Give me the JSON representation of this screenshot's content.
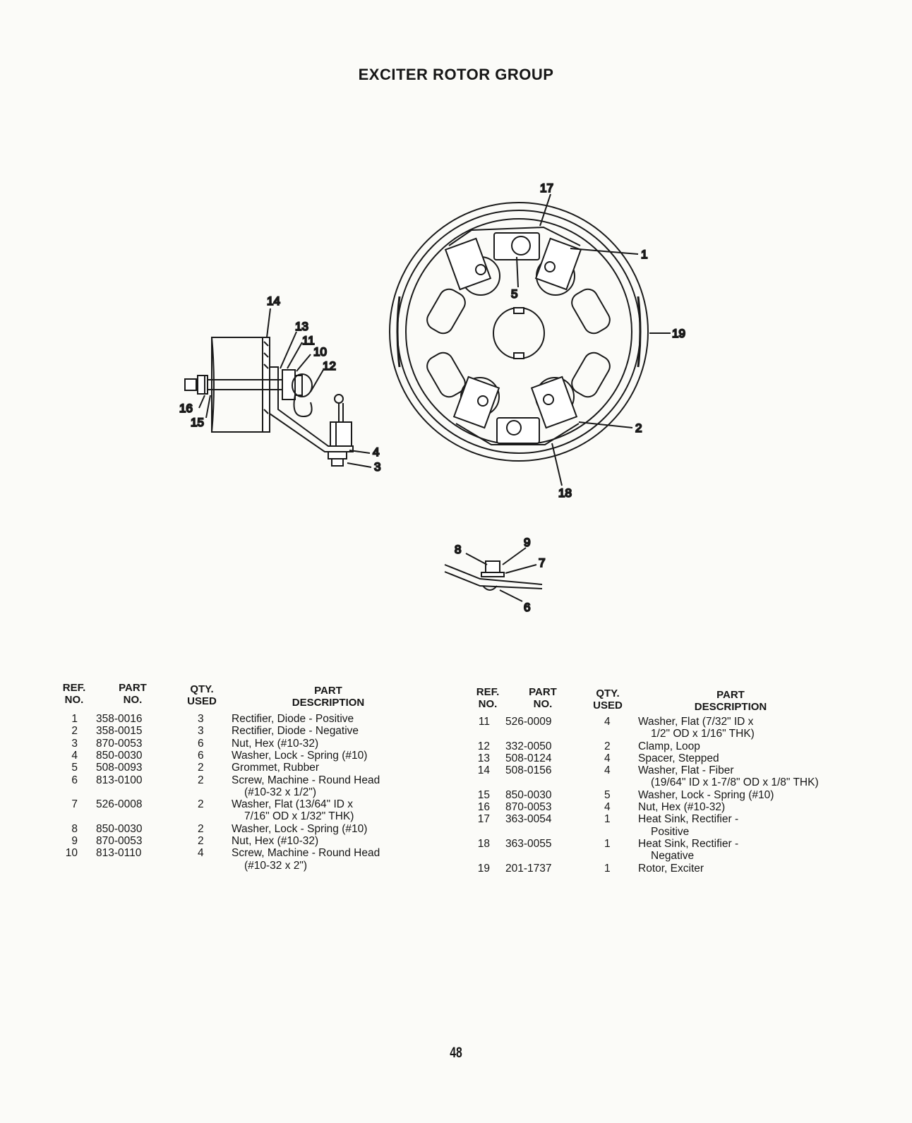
{
  "title": "EXCITER ROTOR GROUP",
  "page_number": "48",
  "callouts": [
    "1",
    "2",
    "3",
    "4",
    "5",
    "6",
    "7",
    "8",
    "9",
    "10",
    "11",
    "12",
    "13",
    "14",
    "15",
    "16",
    "17",
    "18",
    "19"
  ],
  "table_headers": {
    "ref": [
      "REF.",
      "NO."
    ],
    "part": [
      "PART",
      "NO."
    ],
    "qty": [
      "QTY.",
      "USED"
    ],
    "desc": [
      "PART",
      "DESCRIPTION"
    ]
  },
  "parts_left": [
    {
      "ref": "1",
      "part": "358-0016",
      "qty": "3",
      "desc": [
        "Rectifier, Diode - Positive"
      ]
    },
    {
      "ref": "2",
      "part": "358-0015",
      "qty": "3",
      "desc": [
        "Rectifier, Diode - Negative"
      ]
    },
    {
      "ref": "3",
      "part": "870-0053",
      "qty": "6",
      "desc": [
        "Nut, Hex (#10-32)"
      ]
    },
    {
      "ref": "4",
      "part": "850-0030",
      "qty": "6",
      "desc": [
        "Washer, Lock - Spring (#10)"
      ]
    },
    {
      "ref": "5",
      "part": "508-0093",
      "qty": "2",
      "desc": [
        "Grommet, Rubber"
      ]
    },
    {
      "ref": "6",
      "part": "813-0100",
      "qty": "2",
      "desc": [
        "Screw, Machine - Round Head",
        "(#10-32 x 1/2\")"
      ]
    },
    {
      "ref": "7",
      "part": "526-0008",
      "qty": "2",
      "desc": [
        "Washer, Flat (13/64\" ID x",
        "7/16\" OD x 1/32\" THK)"
      ]
    },
    {
      "ref": "8",
      "part": "850-0030",
      "qty": "2",
      "desc": [
        "Washer, Lock - Spring (#10)"
      ]
    },
    {
      "ref": "9",
      "part": "870-0053",
      "qty": "2",
      "desc": [
        "Nut, Hex (#10-32)"
      ]
    },
    {
      "ref": "10",
      "part": "813-0110",
      "qty": "4",
      "desc": [
        "Screw, Machine - Round Head",
        "(#10-32 x 2\")"
      ]
    }
  ],
  "parts_right": [
    {
      "ref": "11",
      "part": "526-0009",
      "qty": "4",
      "desc": [
        "Washer, Flat (7/32\" ID x",
        "1/2\" OD x 1/16\" THK)"
      ]
    },
    {
      "ref": "12",
      "part": "332-0050",
      "qty": "2",
      "desc": [
        "Clamp, Loop"
      ]
    },
    {
      "ref": "13",
      "part": "508-0124",
      "qty": "4",
      "desc": [
        "Spacer, Stepped"
      ]
    },
    {
      "ref": "14",
      "part": "508-0156",
      "qty": "4",
      "desc": [
        "Washer, Flat - Fiber",
        "(19/64\" ID x 1-7/8\" OD x 1/8\" THK)"
      ]
    },
    {
      "ref": "15",
      "part": "850-0030",
      "qty": "5",
      "desc": [
        "Washer, Lock - Spring (#10)"
      ]
    },
    {
      "ref": "16",
      "part": "870-0053",
      "qty": "4",
      "desc": [
        "Nut, Hex (#10-32)"
      ]
    },
    {
      "ref": "17",
      "part": "363-0054",
      "qty": "1",
      "desc": [
        "Heat Sink, Rectifier -",
        "Positive"
      ]
    },
    {
      "ref": "18",
      "part": "363-0055",
      "qty": "1",
      "desc": [
        "Heat Sink, Rectifier -",
        "Negative"
      ]
    },
    {
      "ref": "19",
      "part": "201-1737",
      "qty": "1",
      "desc": [
        "Rotor, Exciter"
      ]
    }
  ]
}
